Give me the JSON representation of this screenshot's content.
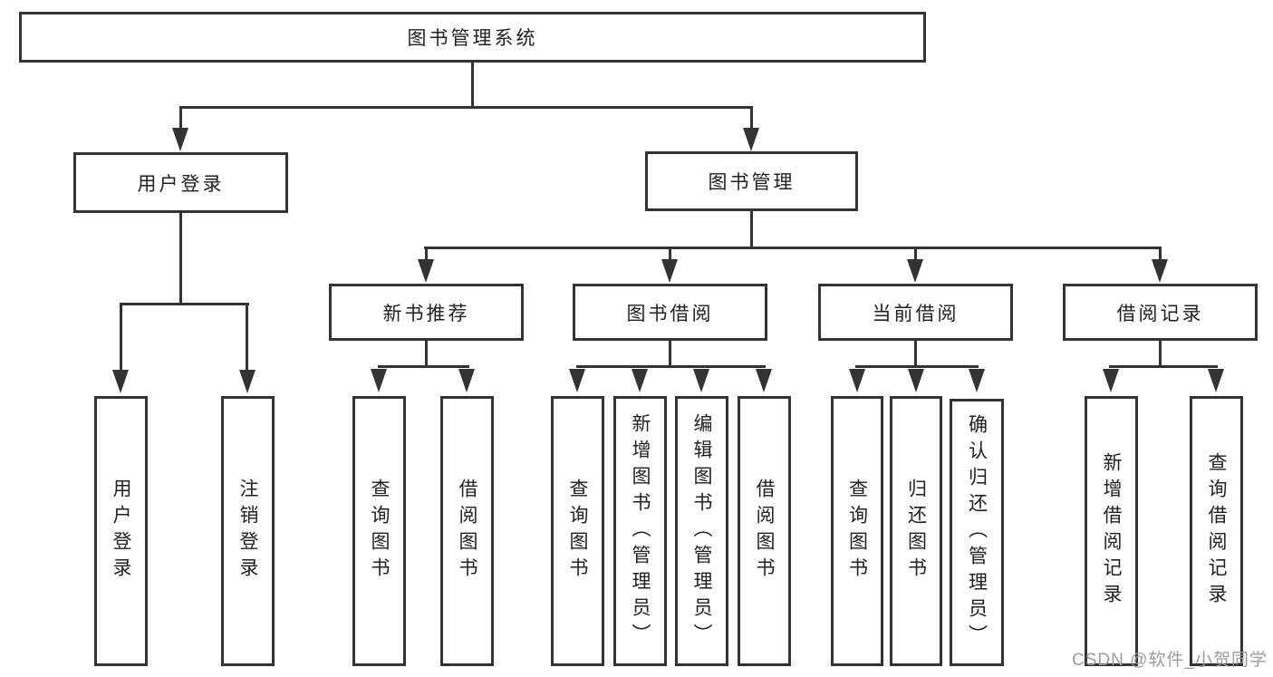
{
  "tree": {
    "label": "图书管理系统",
    "children": [
      {
        "label": "用户登录",
        "children": [
          {
            "label": "用户登录"
          },
          {
            "label": "注销登录"
          }
        ]
      },
      {
        "label": "图书管理",
        "children": [
          {
            "label": "新书推荐",
            "children": [
              {
                "label": "查询图书"
              },
              {
                "label": "借阅图书"
              }
            ]
          },
          {
            "label": "图书借阅",
            "children": [
              {
                "label": "查询图书"
              },
              {
                "label": "新增图书（管理员）"
              },
              {
                "label": "编辑图书（管理员）"
              },
              {
                "label": "借阅图书"
              }
            ]
          },
          {
            "label": "当前借阅",
            "children": [
              {
                "label": "查询图书"
              },
              {
                "label": "归还图书"
              },
              {
                "label": "确认归还（管理员）"
              }
            ]
          },
          {
            "label": "借阅记录",
            "children": [
              {
                "label": "新增借阅记录"
              },
              {
                "label": "查询借阅记录"
              }
            ]
          }
        ]
      }
    ]
  },
  "watermark": "CSDN @软件_小贺同学",
  "colors": {
    "line": "#333333",
    "text": "#212121",
    "watermark": "#9c9c9c",
    "background": "#ffffff"
  }
}
